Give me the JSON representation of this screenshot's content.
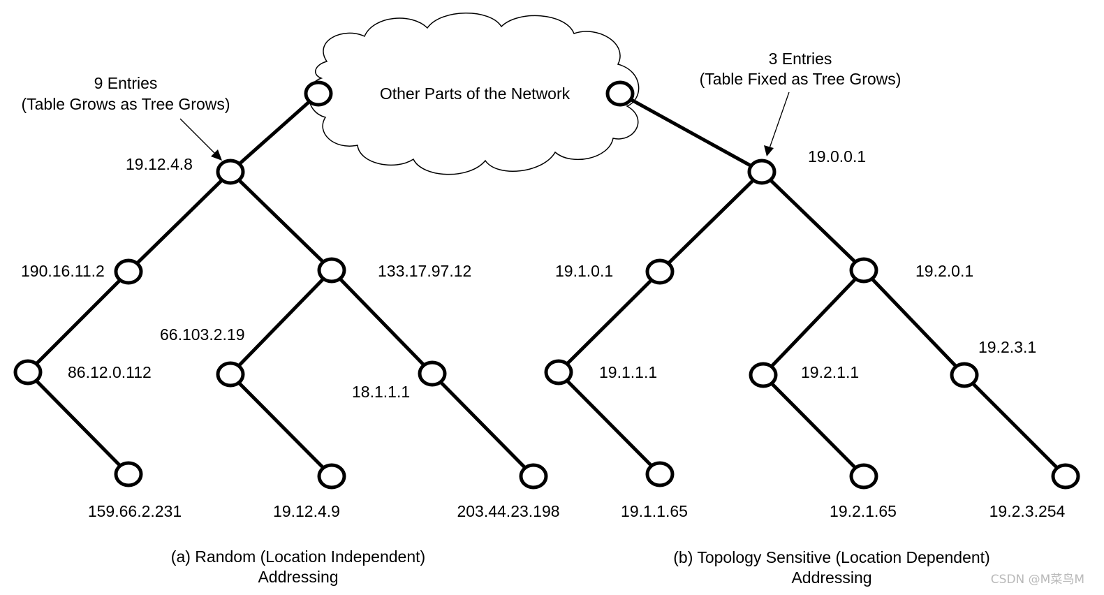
{
  "cloud": {
    "label": "Other Parts of the Network"
  },
  "left_tree": {
    "annotation_line1": "9 Entries",
    "annotation_line2": "(Table Grows as Tree Grows)",
    "labels": {
      "n1": "19.12.4.8",
      "n2": "190.16.11.2",
      "n3": "133.17.97.12",
      "n4": "86.12.0.112",
      "n5": "66.103.2.19",
      "n6": "18.1.1.1",
      "n7": "159.66.2.231",
      "n8": "19.12.4.9",
      "n9": "203.44.23.198"
    },
    "caption_line1": "(a) Random (Location Independent)",
    "caption_line2": "Addressing"
  },
  "right_tree": {
    "annotation_line1": "3 Entries",
    "annotation_line2": "(Table Fixed as Tree Grows)",
    "labels": {
      "n1": "19.0.0.1",
      "n2": "19.1.0.1",
      "n3": "19.2.0.1",
      "n4": "19.1.1.1",
      "n5": "19.2.1.1",
      "n6": "19.2.3.1",
      "n7": "19.1.1.65",
      "n8": "19.2.1.65",
      "n9": "19.2.3.254"
    },
    "caption_line1": "(b) Topology Sensitive (Location Dependent)",
    "caption_line2": "Addressing"
  },
  "watermark": "CSDN @M菜鸟M"
}
